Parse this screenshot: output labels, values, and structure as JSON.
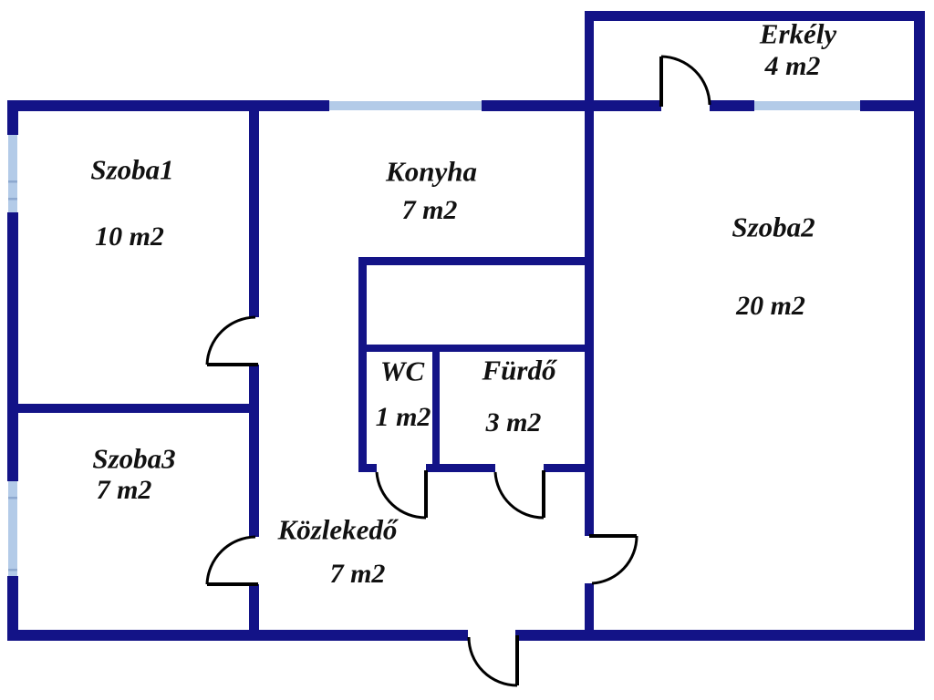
{
  "colors": {
    "wall": "#131387",
    "window": "#b3cbe8",
    "window_divider": "#8ea9cf",
    "door": "#000000",
    "text": "#111111",
    "background": "#ffffff"
  },
  "rooms": [
    {
      "id": "erkely",
      "name": "Erkély",
      "area": "4 m2"
    },
    {
      "id": "szoba1",
      "name": "Szoba1",
      "area": "10 m2"
    },
    {
      "id": "konyha",
      "name": "Konyha",
      "area": "7 m2"
    },
    {
      "id": "szoba2",
      "name": "Szoba2",
      "area": "20 m2"
    },
    {
      "id": "wc",
      "name": "WC",
      "area": "1 m2"
    },
    {
      "id": "furdo",
      "name": "Fürdő",
      "area": "3 m2"
    },
    {
      "id": "szoba3",
      "name": "Szoba3",
      "area": "7 m2"
    },
    {
      "id": "kozlekedo",
      "name": "Közlekedő",
      "area": "7 m2"
    }
  ]
}
